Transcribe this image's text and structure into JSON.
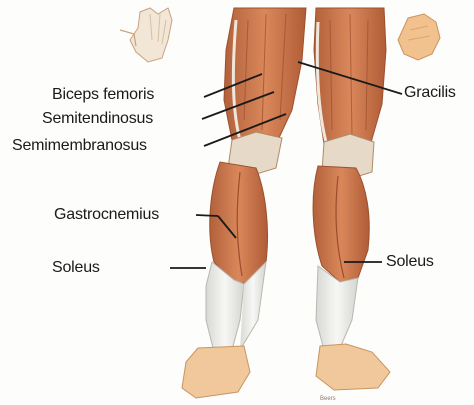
{
  "labels": {
    "biceps_femoris": "Biceps femoris",
    "semitendinosus": "Semitendinosus",
    "semimembranosus": "Semimembranosus",
    "gastrocnemius": "Gastrocnemius",
    "soleus_left": "Soleus",
    "gracilis": "Gracilis",
    "soleus_right": "Soleus"
  },
  "colors": {
    "muscle": "#c8744a",
    "muscle_dark": "#a85a36",
    "tendon": "#ebebe8",
    "skin": "#f2c79a",
    "leader": "#1a1a1a"
  }
}
